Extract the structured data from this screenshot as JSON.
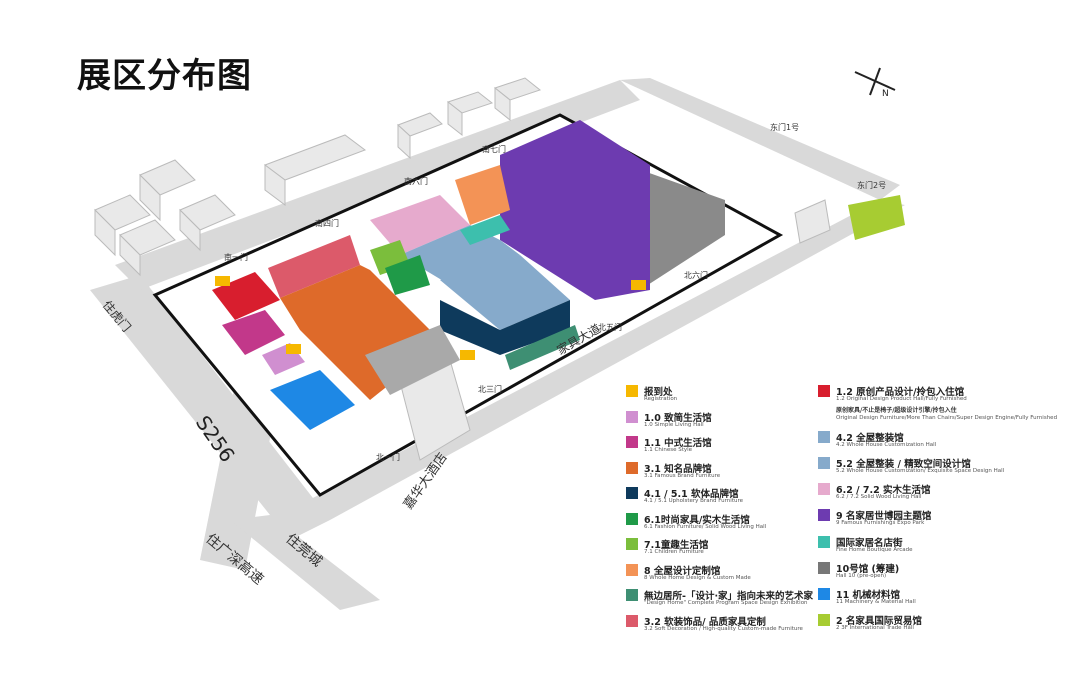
{
  "title": "展区分布图",
  "roads": {
    "s256": "S256",
    "zhuhu_gate": "住虎门",
    "zhuguan": "住莞城",
    "guangshen": "住广深高速",
    "jiaju_avenue": "家具大道",
    "hotel": "嘉华大酒店"
  },
  "gates": {
    "south1": "南一门",
    "south4": "南四门",
    "south6": "南六门",
    "south7": "南七门",
    "north1": "北一门",
    "north3": "北三门",
    "north5": "北五门",
    "north6": "北六门",
    "east1": "东门1号",
    "east2": "东门2号"
  },
  "compass": "N",
  "legend_left": [
    {
      "label": "报到处",
      "sub": "Registration",
      "color": "#f6b800"
    },
    {
      "label": "1.0 致简生活馆",
      "sub": "1.0 Simple Living Hall",
      "color": "#d08fd0"
    },
    {
      "label": "1.1 中式生活馆",
      "sub": "1.1 Chinese Style",
      "color": "#c2388a"
    },
    {
      "label": "3.1 知名品牌馆",
      "sub": "3.1 Famous Brand Furniture",
      "color": "#de6a2a"
    },
    {
      "label": "4.1 / 5.1 软体品牌馆",
      "sub": "4.1 / 5.1 Upholstery Brand Furniture",
      "color": "#0e3a5c"
    },
    {
      "label": "6.1时尚家具/实木生活馆",
      "sub": "6.1 Fashion Furniture/ Solid Wood Living Hall",
      "color": "#1f9a48"
    },
    {
      "label": "7.1童趣生活馆",
      "sub": "7.1 Children Furniture",
      "color": "#7bbe3c"
    },
    {
      "label": "8 全屋设计定制馆",
      "sub": "8 Whole Home Design & Custom Made",
      "color": "#f39356"
    },
    {
      "label": "無边居所-「设计·家」指向未来的艺术家",
      "sub": "\"Design Home\" Complete Program Space Design Exhibition",
      "color": "#3e8f73"
    },
    {
      "label": "3.2 软装饰品/ 品质家具定制",
      "sub": "3.2 Soft Decoration / High-quality Custom-made Furniture",
      "color": "#dc5a6a"
    }
  ],
  "legend_right": [
    {
      "label": "1.2 原创产品设计/拎包入住馆",
      "sub": "1.2 Original Design Product Hall/Fully Furnished",
      "color": "#d81e2e",
      "note": "原创家具/不止是椅子/超级设计引擎/拎包入住",
      "note_sub": "Original Design Furniture/More Than Chairs/Super Design Engine/Fully Furnished"
    },
    {
      "label": "4.2 全屋整装馆",
      "sub": "4.2 Whole House Customization Hall",
      "color": "#86aacb"
    },
    {
      "label": "5.2 全屋整装 / 精致空间设计馆",
      "sub": "5.2 Whole House Customization/ Exquisite Space Design Hall",
      "color": "#86aacb"
    },
    {
      "label": "6.2 / 7.2 实木生活馆",
      "sub": "6.2 / 7.2 Solid Wood Living Hall",
      "color": "#e6aacd"
    },
    {
      "label": "9 名家居世博园主题馆",
      "sub": "9 Famous Furnishings Expo Park",
      "color": "#6d3bb0"
    },
    {
      "label": "国际家居名店街",
      "sub": "Fine Home Boutique Arcade",
      "color": "#3dbfad"
    },
    {
      "label": "10号馆 (筹建)",
      "sub": "Hall 10 (pre-open)",
      "color": "#777777"
    },
    {
      "label": "11 机械材料馆",
      "sub": "11 Machinery & Material Hall",
      "color": "#1e88e5"
    },
    {
      "label": "2 名家具国际贸易馆",
      "sub": "2 3F International Trade Hall",
      "color": "#a7cc32"
    }
  ]
}
